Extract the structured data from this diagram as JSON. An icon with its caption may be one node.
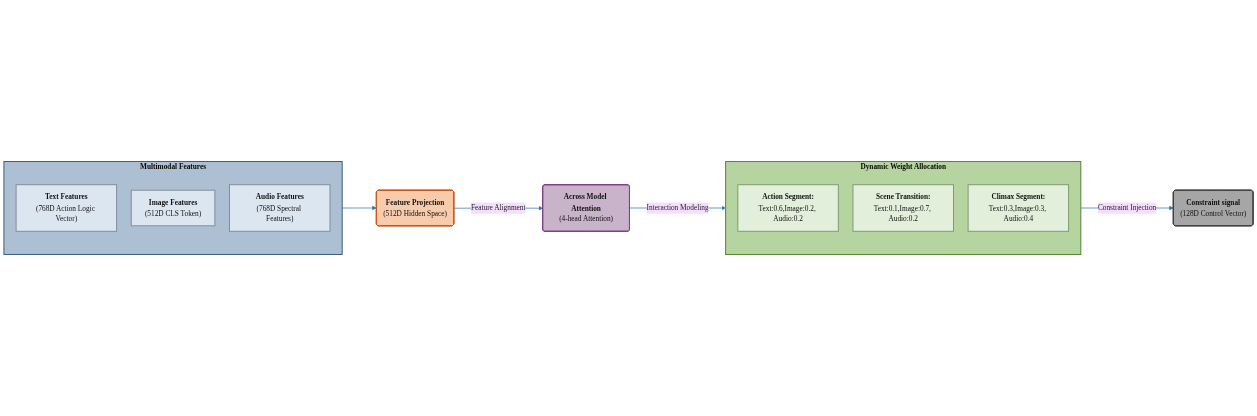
{
  "diagram": {
    "nodes": [
      {
        "text": [
          "Multimodal Features"
        ]
      },
      {
        "text": [
          "Text Features",
          "(768D Action Logic Vector)"
        ],
        "in": 0
      },
      {
        "text": [
          "Image Features",
          "(512D CLS Token)"
        ],
        "in": 0
      },
      {
        "text": [
          "Audio Features",
          "(768D Spectral Features)"
        ],
        "in": 0
      },
      {
        "text": [
          "Feature Projection",
          "(512D Hidden Space)"
        ]
      },
      {
        "text": [
          "Across Model Attention",
          "(4-head Attention)"
        ]
      },
      {
        "text": [
          "Dynamic Weight Allocation"
        ]
      },
      {
        "text": [
          "Action Segment:",
          "Text:0.6,Image:0.2, Audio:0.2"
        ],
        "in": 6
      },
      {
        "text": [
          "Scene Transition:",
          "Text:0.1,Image:0.7, Audio:0.2"
        ],
        "in": 6
      },
      {
        "text": [
          "Climax Segment:",
          "Text:0.3,Image:0.3, Audio:0.4"
        ],
        "in": 6
      },
      {
        "text": [
          "Constraint signal",
          "(128D Control Vector)"
        ]
      }
    ],
    "edges": [
      {
        "from": 0,
        "to": 4,
        "arrow": "to"
      },
      {
        "from": 4,
        "to": 5,
        "label": "Feature Alignment",
        "arrow": "to"
      },
      {
        "from": 5,
        "to": 6,
        "label": "Interaction Modeling",
        "arrow": "to"
      },
      {
        "from": 6,
        "to": 10,
        "label": "Constraint Injection",
        "arrow": "to"
      }
    ]
  }
}
